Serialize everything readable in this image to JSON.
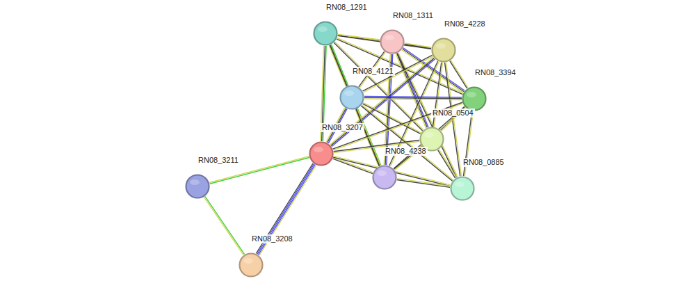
{
  "diagram": {
    "nodes": [
      {
        "text": [
          "RN08_1291"
        ]
      },
      {
        "text": [
          "RN08_1311"
        ]
      },
      {
        "text": [
          "RN08_4228"
        ]
      },
      {
        "text": [
          "RN08_4121"
        ]
      },
      {
        "text": [
          "RN08_3394"
        ]
      },
      {
        "text": [
          "RN08_0504"
        ]
      },
      {
        "text": [
          "RN08_3207"
        ]
      },
      {
        "text": [
          "RN08_4238"
        ]
      },
      {
        "text": [
          "RN08_0885"
        ]
      },
      {
        "text": [
          "RN08_3211"
        ]
      },
      {
        "text": [
          "RN08_3208"
        ]
      }
    ],
    "edges": [
      {
        "from": 0,
        "to": 1,
        "arrow": "none"
      },
      {
        "from": 0,
        "to": 2,
        "arrow": "none"
      },
      {
        "from": 0,
        "to": 3,
        "arrow": "none"
      },
      {
        "from": 0,
        "to": 4,
        "arrow": "none"
      },
      {
        "from": 0,
        "to": 5,
        "arrow": "none"
      },
      {
        "from": 0,
        "to": 6,
        "arrow": "none"
      },
      {
        "from": 0,
        "to": 7,
        "arrow": "none"
      },
      {
        "from": 1,
        "to": 2,
        "arrow": "none"
      },
      {
        "from": 1,
        "to": 3,
        "arrow": "none"
      },
      {
        "from": 1,
        "to": 4,
        "arrow": "none"
      },
      {
        "from": 1,
        "to": 5,
        "arrow": "none"
      },
      {
        "from": 1,
        "to": 7,
        "arrow": "none"
      },
      {
        "from": 1,
        "to": 8,
        "arrow": "none"
      },
      {
        "from": 2,
        "to": 3,
        "arrow": "none"
      },
      {
        "from": 2,
        "to": 4,
        "arrow": "none"
      },
      {
        "from": 2,
        "to": 5,
        "arrow": "none"
      },
      {
        "from": 2,
        "to": 6,
        "arrow": "none"
      },
      {
        "from": 2,
        "to": 7,
        "arrow": "none"
      },
      {
        "from": 2,
        "to": 8,
        "arrow": "none"
      },
      {
        "from": 3,
        "to": 4,
        "arrow": "none"
      },
      {
        "from": 3,
        "to": 5,
        "arrow": "none"
      },
      {
        "from": 3,
        "to": 6,
        "arrow": "none"
      },
      {
        "from": 3,
        "to": 7,
        "arrow": "none"
      },
      {
        "from": 3,
        "to": 8,
        "arrow": "none"
      },
      {
        "from": 4,
        "to": 5,
        "arrow": "none"
      },
      {
        "from": 4,
        "to": 6,
        "arrow": "none"
      },
      {
        "from": 4,
        "to": 7,
        "arrow": "none"
      },
      {
        "from": 4,
        "to": 8,
        "arrow": "none"
      },
      {
        "from": 5,
        "to": 6,
        "arrow": "none"
      },
      {
        "from": 5,
        "to": 7,
        "arrow": "none"
      },
      {
        "from": 5,
        "to": 8,
        "arrow": "none"
      },
      {
        "from": 6,
        "to": 7,
        "arrow": "none"
      },
      {
        "from": 6,
        "to": 8,
        "arrow": "none"
      },
      {
        "from": 7,
        "to": 8,
        "arrow": "none"
      },
      {
        "from": 9,
        "to": 6,
        "arrow": "none"
      },
      {
        "from": 9,
        "to": 10,
        "arrow": "none"
      },
      {
        "from": 6,
        "to": 10,
        "arrow": "none"
      }
    ]
  }
}
